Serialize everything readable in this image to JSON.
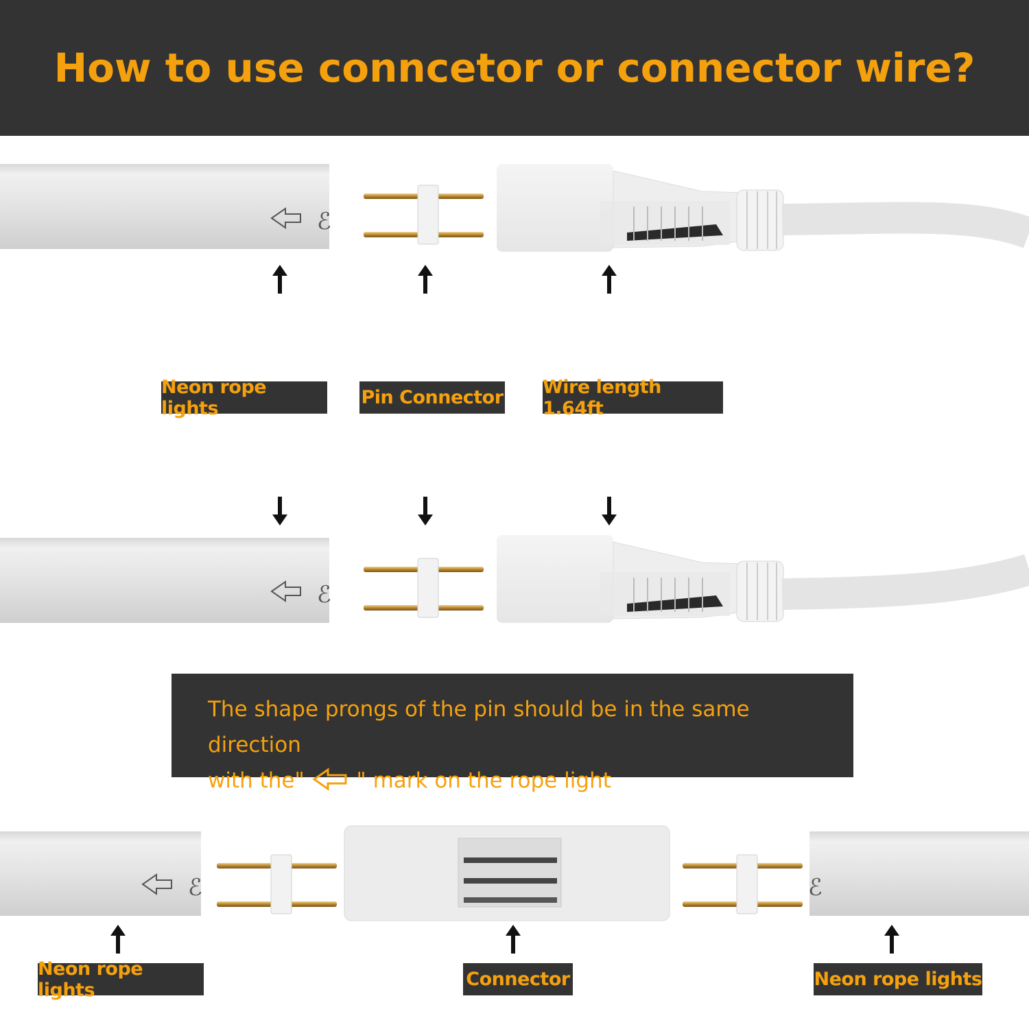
{
  "header": {
    "title": "How to use conncetor or connector wire?"
  },
  "labels": {
    "row1_neon": "Neon rope lights",
    "row1_pin": "Pin Connector",
    "row1_wire": "Wire length 1.64ft",
    "row3_neon_left": "Neon rope lights",
    "row3_connector": "Connector",
    "row3_neon_right": "Neon rope lights"
  },
  "note": {
    "line1": "The shape prongs of the pin should be in the same direction",
    "line2_before": "with the\"",
    "line2_after": "\" mark on the rope light"
  },
  "colors": {
    "accent": "#f5a10e",
    "dark": "#333333"
  }
}
